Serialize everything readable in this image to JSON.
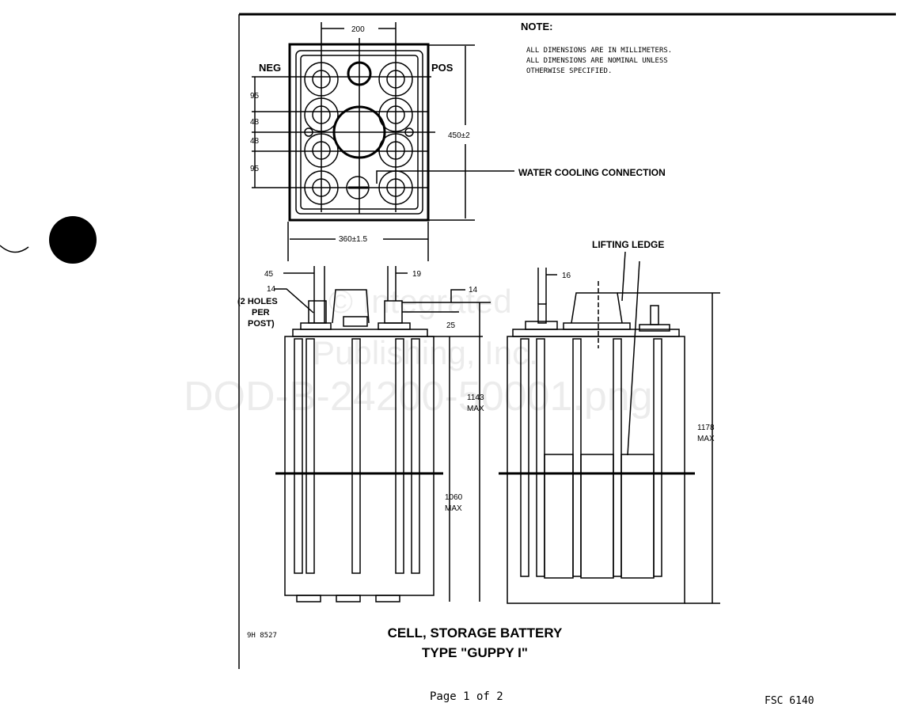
{
  "note": {
    "heading": "NOTE:",
    "lines": [
      "ALL DIMENSIONS ARE IN MILLIMETERS.",
      "ALL DIMENSIONS ARE NOMINAL UNLESS",
      "OTHERWISE SPECIFIED."
    ]
  },
  "plan_view": {
    "neg_label": "NEG",
    "pos_label": "POS",
    "dim_width_terminals": "200",
    "dim_height": "450±2",
    "dim_width": "360±1.5",
    "dim_rows": [
      "95",
      "48",
      "48",
      "95"
    ],
    "water_cooling_label": "WATER COOLING CONNECTION"
  },
  "side_views": {
    "dim_45": "45",
    "dim_19": "19",
    "dim_14_hole": "14",
    "holes_note": [
      "(2 HOLES",
      "PER",
      "POST)"
    ],
    "dim_14_top": "14",
    "dim_25": "25",
    "dim_1143": [
      "1143",
      "MAX"
    ],
    "dim_1060": [
      "1060",
      "MAX"
    ],
    "dim_16": "16",
    "lifting_ledge_label": "LIFTING LEDGE",
    "dim_1178": [
      "1178",
      "MAX"
    ]
  },
  "title_block": {
    "drawing_number": "9H 8527",
    "title_line1": "CELL, STORAGE BATTERY",
    "title_line2": "TYPE \"GUPPY I\""
  },
  "watermark": [
    "© Integrated",
    "Publishing, Inc.",
    "DOD-B-24200-50001.png"
  ],
  "footer": {
    "page": "Page 1 of 2",
    "fsc": "FSC 6140"
  }
}
